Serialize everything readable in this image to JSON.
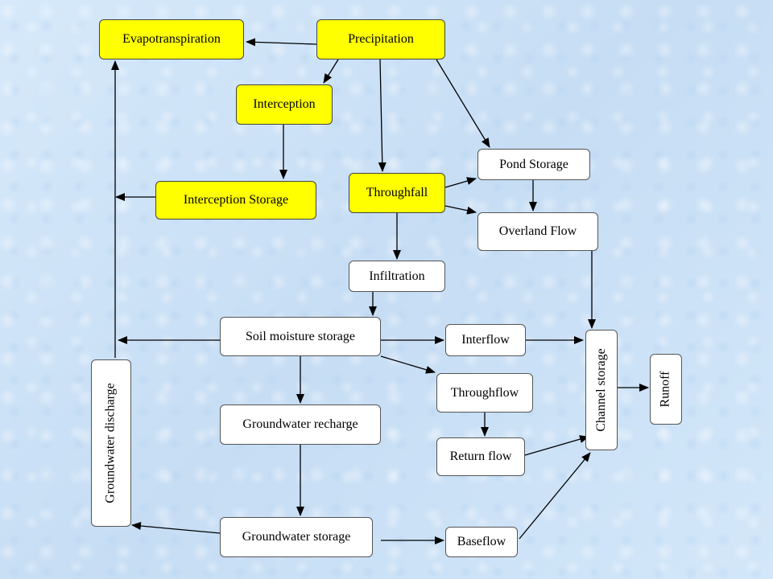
{
  "colors": {
    "process": "#ffff00",
    "store": "#ffffff",
    "arrow": "#000000"
  },
  "nodes": {
    "evapotranspiration": "Evapotranspiration",
    "precipitation": "Precipitation",
    "interception": "Interception",
    "interception_storage": "Interception Storage",
    "throughfall": "Throughfall",
    "pond_storage": "Pond Storage",
    "overland_flow": "Overland Flow",
    "infiltration": "Infiltration",
    "soil_moisture_storage": "Soil moisture storage",
    "interflow": "Interflow",
    "throughflow": "Throughflow",
    "return_flow": "Return flow",
    "groundwater_recharge": "Groundwater recharge",
    "groundwater_storage": "Groundwater storage",
    "baseflow": "Baseflow",
    "groundwater_discharge": "Groundwater discharge",
    "channel_storage": "Channel storage",
    "runoff": "Runoff"
  }
}
